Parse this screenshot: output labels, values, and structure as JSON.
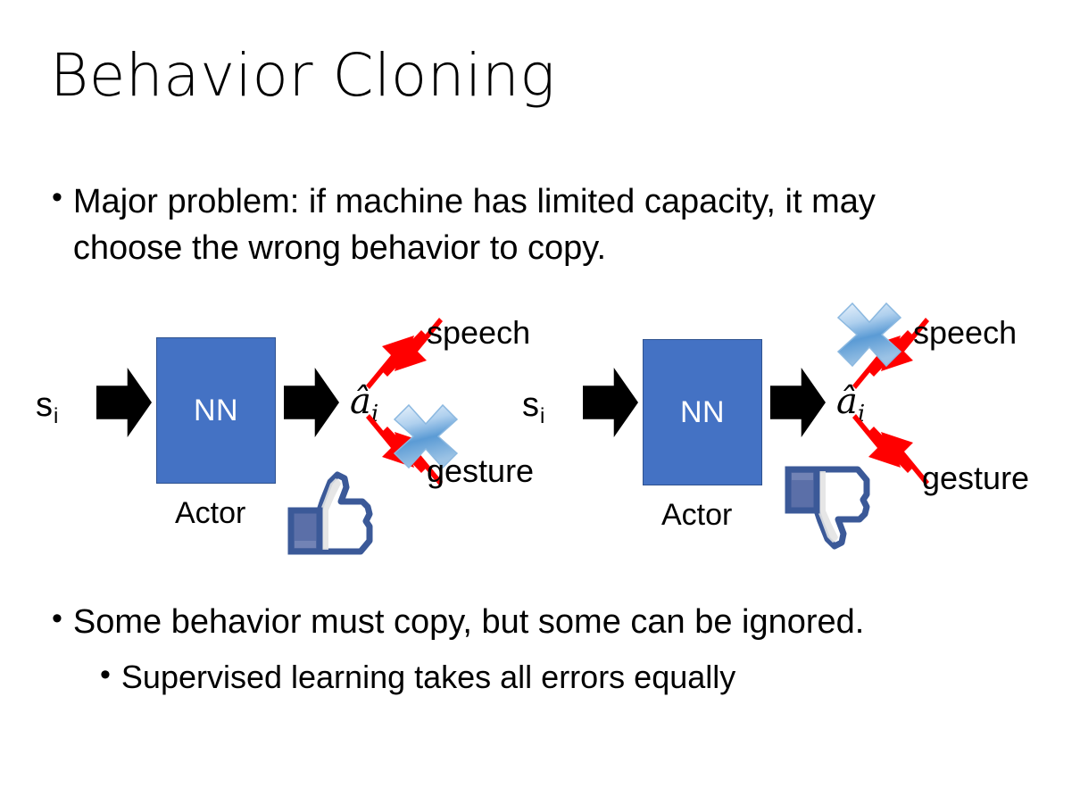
{
  "slide": {
    "title": "Behavior Cloning",
    "background_color": "#FFFFFF",
    "text_color": "#000000"
  },
  "bullets": {
    "top": {
      "marker": "•",
      "text": "Major problem: if machine has limited capacity, it may choose the wrong behavior to copy."
    },
    "bottom_level1": {
      "marker": "•",
      "text": "Some behavior must copy, but some can be ignored."
    },
    "bottom_level2": {
      "marker": "•",
      "text": "Supervised learning takes all errors equally"
    }
  },
  "colors": {
    "nn_fill": "#4472C4",
    "nn_border": "#2F528F",
    "nn_text": "#FFFFFF",
    "arrow_black": "#000000",
    "arrow_red": "#FF0000",
    "x_blue_light": "#C9E0F5",
    "x_blue_mid": "#5B9BD5",
    "x_blue_dark": "#2E75B6",
    "thumb_outline": "#3B5998",
    "thumb_cuff": "#5B6FA8",
    "thumb_fill": "#FFFFFF",
    "thumb_shadow": "#E0E0E0"
  },
  "diagrams": [
    {
      "id": "left",
      "state_label": "s",
      "state_subscript": "i",
      "nn_label": "NN",
      "actor_label": "Actor",
      "action_label": "â",
      "action_subscript": "i",
      "branches": [
        {
          "name": "speech",
          "label": "speech",
          "direction": "up",
          "blocked": false
        },
        {
          "name": "gesture",
          "label": "gesture",
          "direction": "down",
          "blocked": true
        }
      ],
      "feedback_icon": "thumbs-up-icon",
      "feedback": "positive"
    },
    {
      "id": "right",
      "state_label": "s",
      "state_subscript": "i",
      "nn_label": "NN",
      "actor_label": "Actor",
      "action_label": "â",
      "action_subscript": "i",
      "branches": [
        {
          "name": "speech",
          "label": "speech",
          "direction": "up",
          "blocked": true
        },
        {
          "name": "gesture",
          "label": "gesture",
          "direction": "down",
          "blocked": false
        }
      ],
      "feedback_icon": "thumbs-down-icon",
      "feedback": "negative"
    }
  ]
}
